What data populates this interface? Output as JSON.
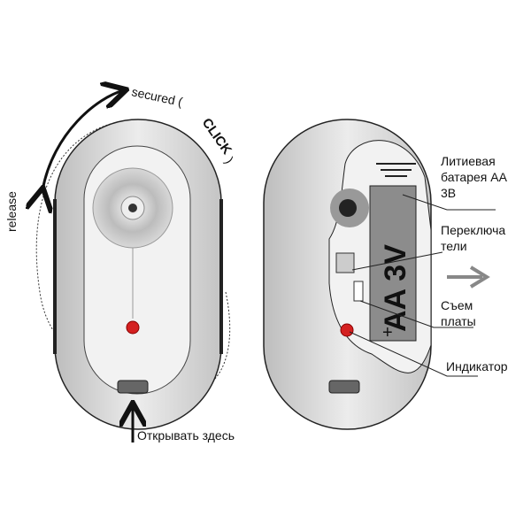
{
  "left_device": {
    "secured_label": "secured (",
    "click_label": "CLICK",
    "close_paren": ")",
    "release_label": "release",
    "open_here_label": "Открывать здесь"
  },
  "right_device": {
    "battery_label_lines": [
      "Литиевая",
      "батарея АА",
      "3В"
    ],
    "switches_label_lines": [
      "Переключа",
      "тели"
    ],
    "connector_label_lines": [
      "Съем",
      "платы"
    ],
    "indicator_label": "Индикатор",
    "battery_marking": "AA 3V",
    "battery_plus": "+"
  },
  "colors": {
    "led": "#d42020",
    "body": "#d9d9d9",
    "battery": "#8c8c8c"
  }
}
